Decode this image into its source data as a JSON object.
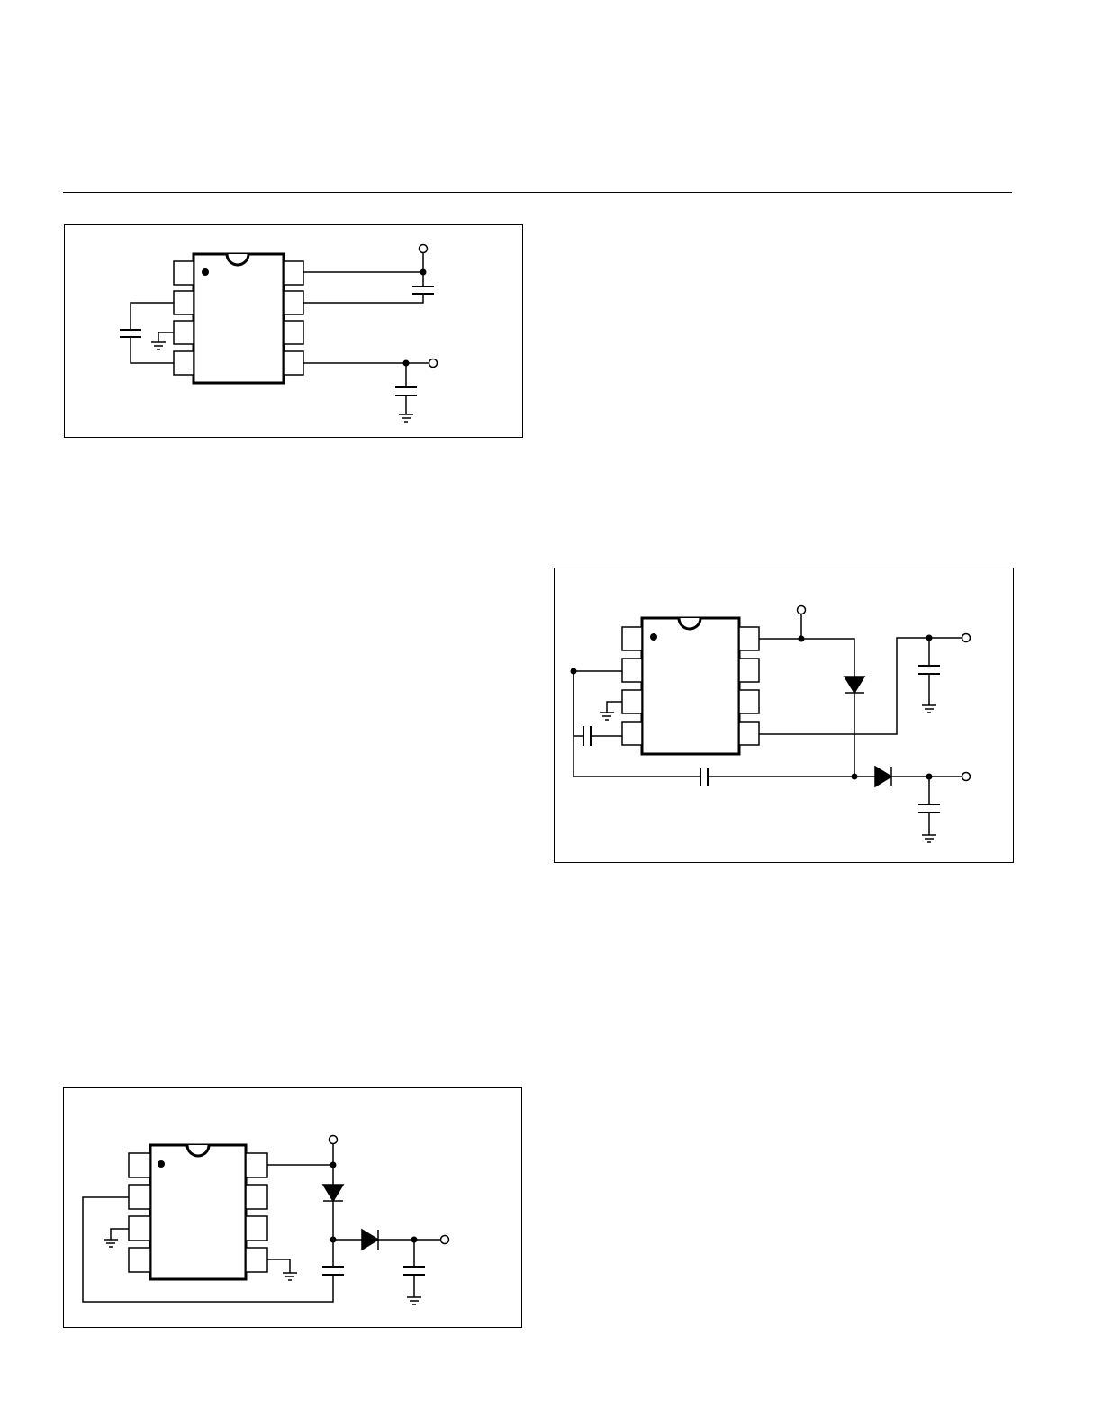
{
  "page": {
    "figures": [
      {
        "id": "figure-1",
        "components": [
          "8-pin-ic",
          "capacitor",
          "capacitor",
          "capacitor",
          "ground",
          "ground"
        ]
      },
      {
        "id": "figure-2",
        "components": [
          "8-pin-ic",
          "diode",
          "diode",
          "capacitor",
          "capacitor",
          "capacitor",
          "capacitor",
          "ground",
          "ground",
          "ground"
        ]
      },
      {
        "id": "figure-3",
        "components": [
          "8-pin-ic",
          "diode",
          "diode",
          "capacitor",
          "capacitor",
          "ground",
          "ground",
          "ground"
        ]
      }
    ]
  }
}
